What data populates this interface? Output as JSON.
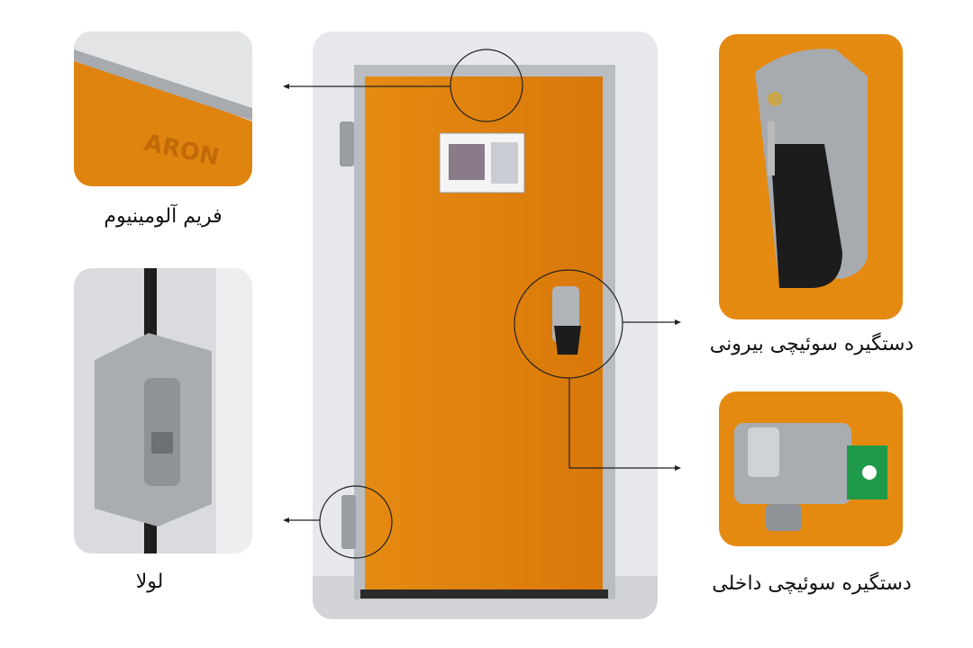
{
  "labels": {
    "frame": "فریم آلومینیوم",
    "hinge": "لولا",
    "outer_handle": "دستگیره سوئیچی بیرونی",
    "inner_handle": "دستگیره سوئیچی داخلی"
  },
  "logo_text": "ARON",
  "colors": {
    "door_orange": "#e07f0a",
    "frame_silver": "#b8bcc0",
    "wall": "#e4e6ea",
    "handle_gray": "#a9adb2",
    "handle_black": "#1c1c1c",
    "green_key": "#1f9a4a"
  }
}
